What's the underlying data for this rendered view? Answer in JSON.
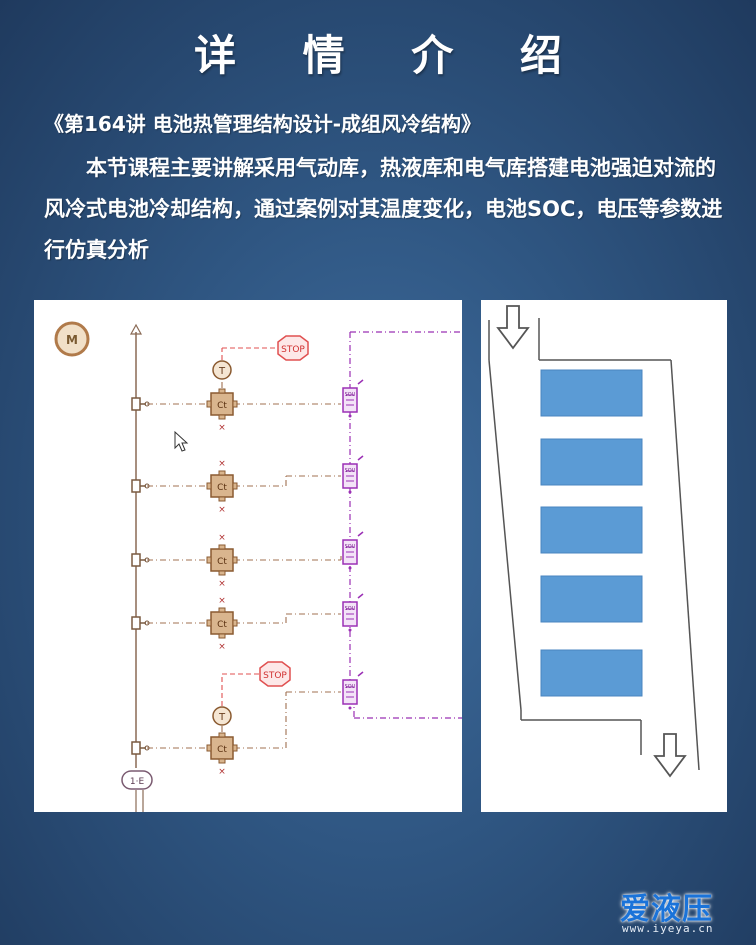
{
  "header": {
    "title": "详 情 介 绍",
    "subtitle": "《第164讲 电池热管理结构设计-成组风冷结构》",
    "description": "本节课程主要讲解采用气动库，热液库和电气库搭建电池强迫对流的风冷式电池冷却结构，通过案例对其温度变化，电池SOC，电压等参数进行仿真分析"
  },
  "diagram": {
    "motor_label": "M",
    "stop_label": "STOP",
    "temp_sensor_label": "T",
    "cell_label": "Ct",
    "ratio_label": "1·E",
    "battery_label": "SOU"
  },
  "logo": {
    "name": "爱液压",
    "url": "www.iyeya.cn"
  },
  "colors": {
    "background": "#2f5682",
    "cell_block": "#5b9bd5",
    "sketch_brown": "#b07a4a",
    "sketch_purple": "#9b30b5",
    "stop_red": "#e05050",
    "logo_blue": "#1a73d9"
  }
}
